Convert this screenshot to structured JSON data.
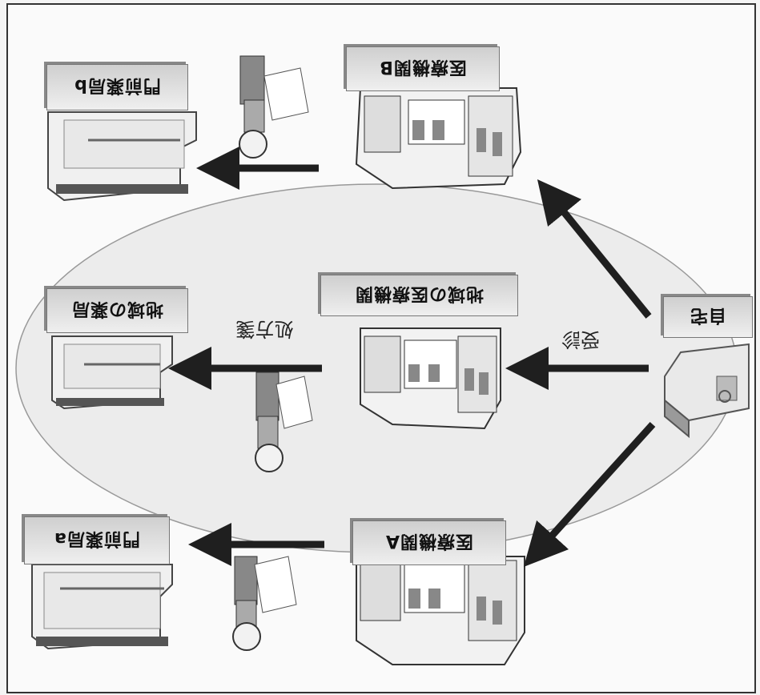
{
  "nodes": {
    "home": {
      "label": "自宅"
    },
    "hospital_b": {
      "label": "医療機関B"
    },
    "hospital_local": {
      "label": "地域の医療機関"
    },
    "hospital_a": {
      "label": "医療機関A"
    },
    "pharmacy_b": {
      "label": "門前薬局b"
    },
    "pharmacy_local": {
      "label": "地域の薬局"
    },
    "pharmacy_a": {
      "label": "門前薬局a"
    }
  },
  "edge_labels": {
    "consult": "受診",
    "prescription": "処方箋"
  },
  "colors": {
    "arrow": "#1f1f1f",
    "ellipse": "#e8e8e8",
    "label_bg": "#dcdcdc"
  }
}
